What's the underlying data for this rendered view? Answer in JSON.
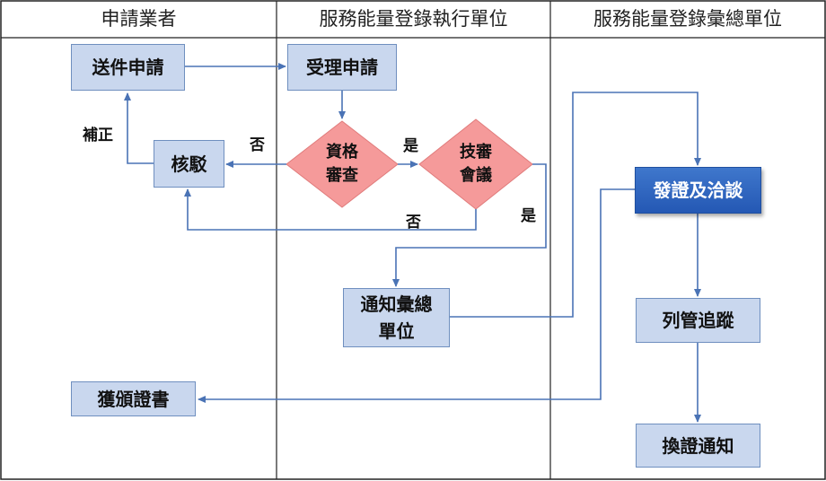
{
  "lanes": [
    {
      "label": "申請業者"
    },
    {
      "label": "服務能量登錄執行單位"
    },
    {
      "label": "服務能量登錄彙總單位"
    }
  ],
  "nodes": {
    "submit_application": "送件申請",
    "accept_application": "受理申請",
    "review": "核駁",
    "qualification_check": "資格\n審查",
    "tech_review_meeting": "技審\n會議",
    "notify_summary_unit": "通知彙總\n單位",
    "issue_certificate_negotiate": "發證及洽談",
    "track_management": "列管追蹤",
    "receive_certificate": "獲頒證書",
    "renewal_notice": "換證通知"
  },
  "edge_labels": {
    "supplement": "補正",
    "no_qualification": "否",
    "yes_qualification": "是",
    "no_tech": "否",
    "yes_tech": "是"
  },
  "colors": {
    "box_fill": "#c9d7ee",
    "box_border": "#6f8fbf",
    "diamond_fill": "#f59a9a",
    "highlight_fill": "#2e64bd",
    "arrow": "#4a73b5"
  }
}
